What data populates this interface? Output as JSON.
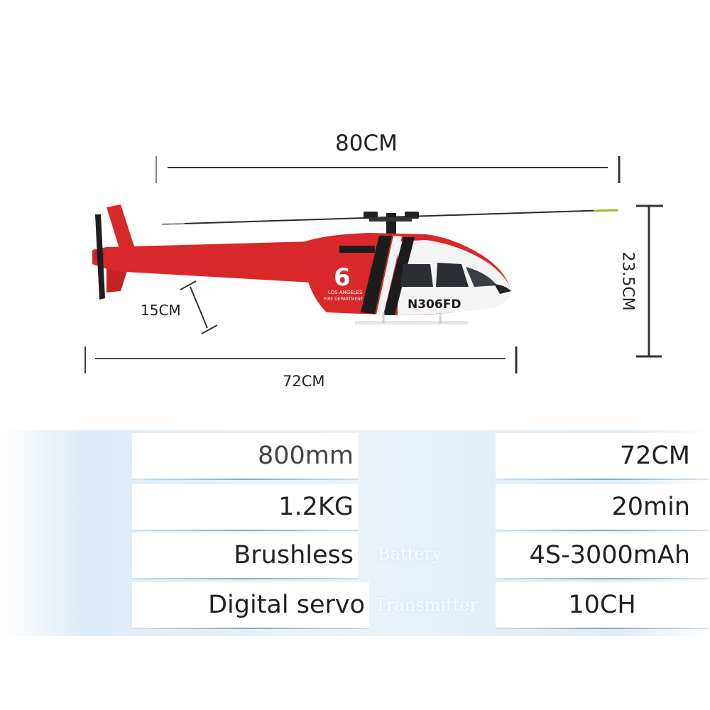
{
  "dimensions": {
    "rotor_span": "80CM",
    "height": "23.5CM",
    "tail_rotor": "15CM",
    "body_length": "72CM"
  },
  "helicopter": {
    "tail_number": "6",
    "registration": "N306FD",
    "livery_text_1": "LOS ANGELES",
    "livery_text_2": "FIRE DEPARTMENT",
    "colors": {
      "body_red": "#d8282a",
      "stripe_black": "#1c1c1c",
      "cabin_white": "#f4f4f4"
    }
  },
  "specs": {
    "rows": [
      {
        "left_value": "800mm",
        "right_value": "72CM"
      },
      {
        "left_value": "1.2KG",
        "right_value": "20min"
      },
      {
        "left_value": "Brushless",
        "middle_label": "Battery",
        "right_value": "4S-3000mAh"
      },
      {
        "left_value": "Digital servo",
        "middle_label": "Transmitter",
        "right_value": "10CH"
      }
    ]
  }
}
